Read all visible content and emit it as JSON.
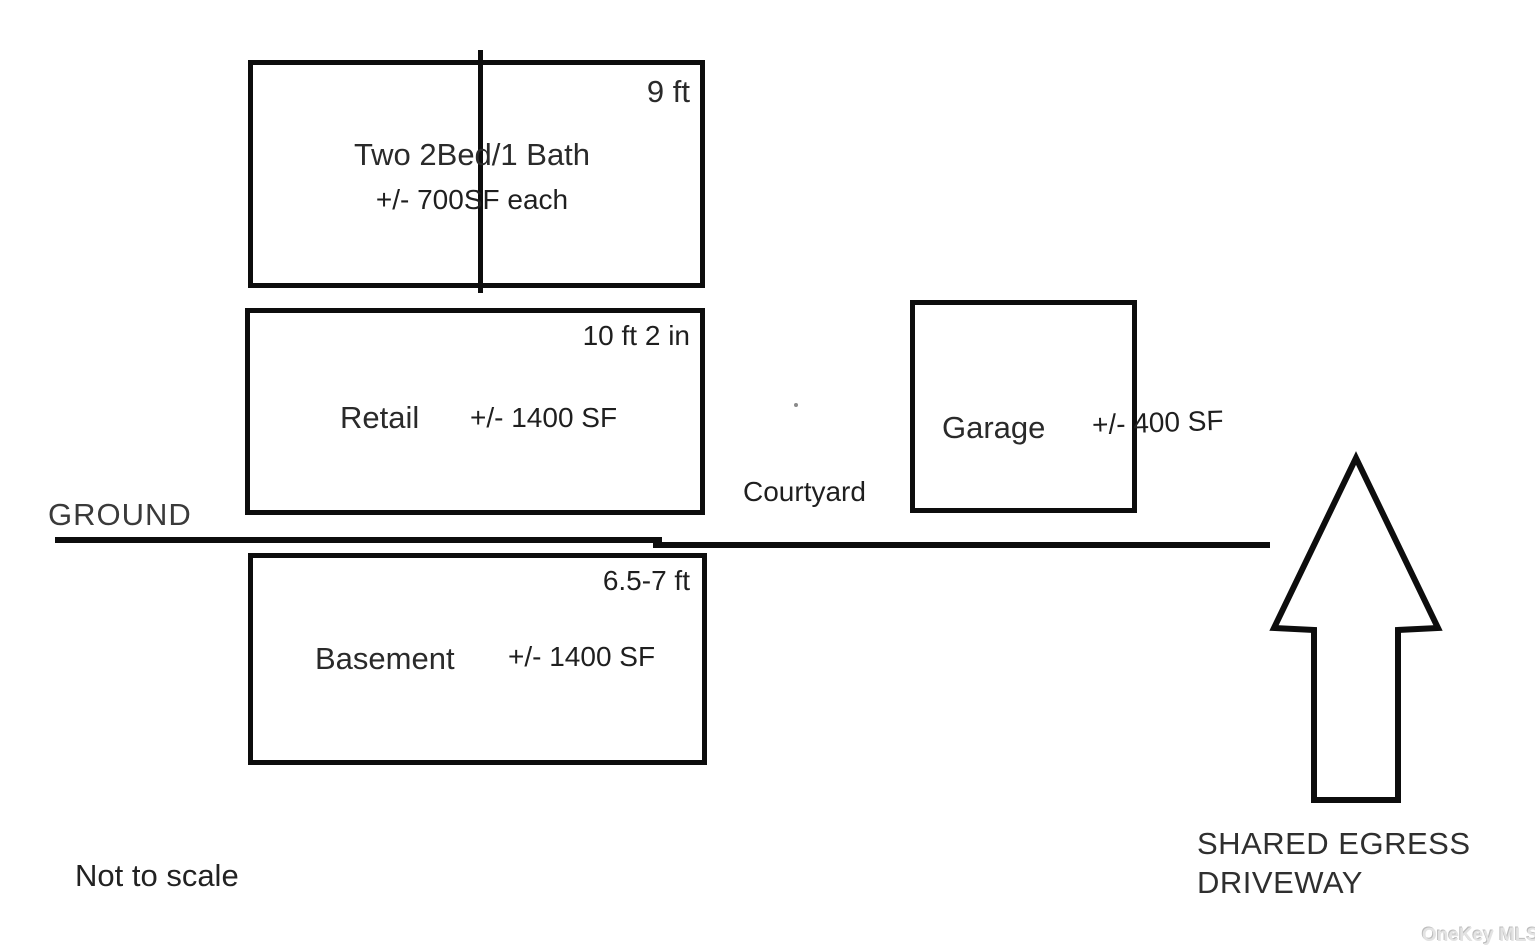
{
  "apartment": {
    "label": "Two 2Bed/1 Bath",
    "area": "+/- 700SF each",
    "ceiling": "9 ft"
  },
  "retail": {
    "label": "Retail",
    "area": "+/- 1400 SF",
    "ceiling": "10 ft 2 in"
  },
  "garage": {
    "label": "Garage",
    "area": "+/- 400 SF"
  },
  "basement": {
    "label": "Basement",
    "area": "+/- 1400 SF",
    "ceiling": "6.5-7 ft"
  },
  "ground": {
    "label": "GROUND"
  },
  "courtyard": {
    "label": "Courtyard"
  },
  "egress": {
    "line1": "SHARED EGRESS",
    "line2": "DRIVEWAY"
  },
  "footer": {
    "note": "Not to scale",
    "watermark": "OneKey MLS"
  },
  "colors": {
    "line": "#0d0d0d",
    "text": "#2a2a2a",
    "background": "#ffffff"
  }
}
